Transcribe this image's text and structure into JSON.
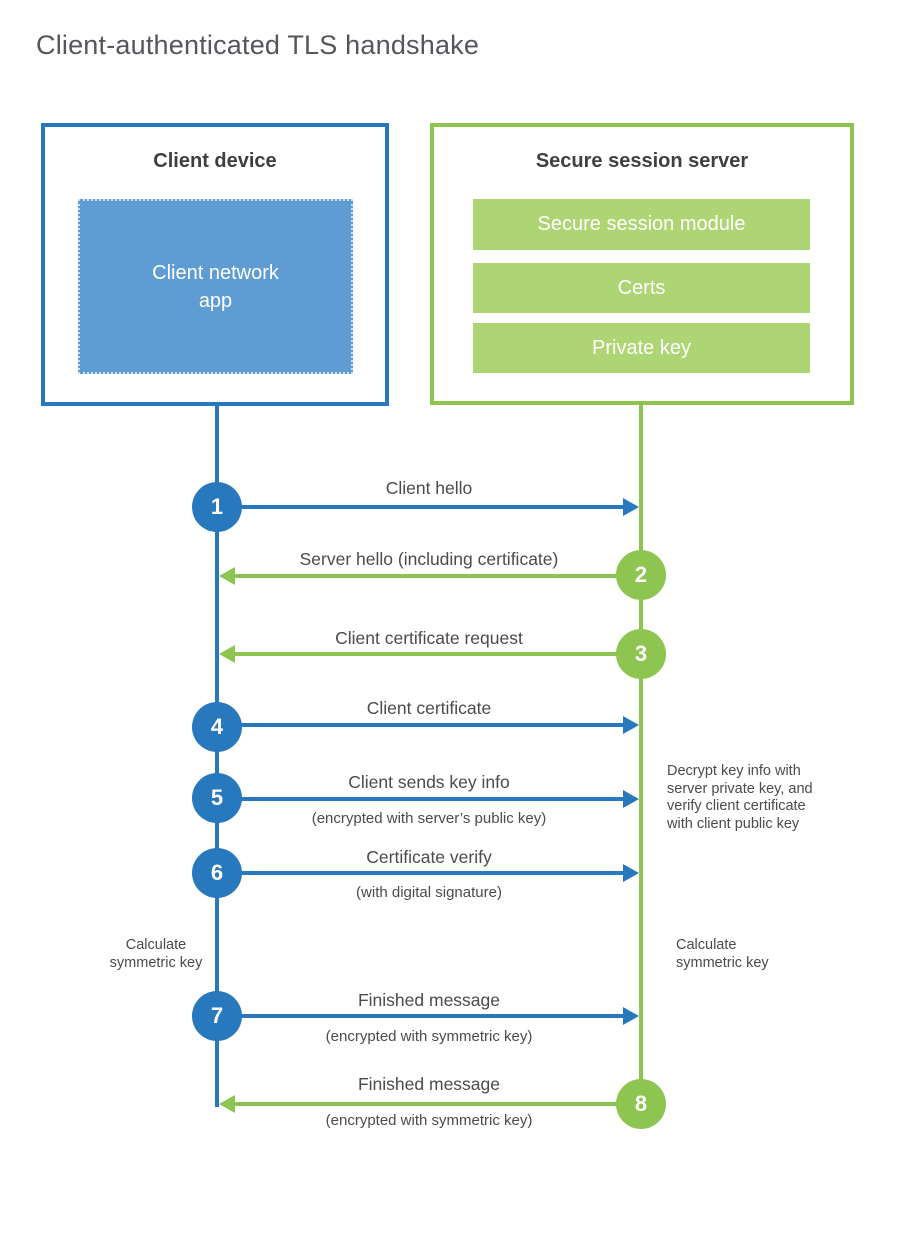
{
  "title": "Client-authenticated TLS handshake",
  "client_box": {
    "title": "Client device",
    "app_label": "Client network app"
  },
  "server_box": {
    "title": "Secure session server",
    "modules": [
      "Secure session module",
      "Certs",
      "Private key"
    ]
  },
  "messages": [
    {
      "num": "1",
      "direction": "client-to-server",
      "label": "Client hello",
      "sublabel": ""
    },
    {
      "num": "2",
      "direction": "server-to-client",
      "label": "Server hello (including certificate)",
      "sublabel": ""
    },
    {
      "num": "3",
      "direction": "server-to-client",
      "label": "Client certificate request",
      "sublabel": ""
    },
    {
      "num": "4",
      "direction": "client-to-server",
      "label": "Client certificate",
      "sublabel": ""
    },
    {
      "num": "5",
      "direction": "client-to-server",
      "label": "Client sends key info",
      "sublabel": "(encrypted with server’s public key)"
    },
    {
      "num": "6",
      "direction": "client-to-server",
      "label": "Certificate verify",
      "sublabel": "(with digital signature)"
    },
    {
      "num": "7",
      "direction": "client-to-server",
      "label": "Finished message",
      "sublabel": "(encrypted with symmetric key)"
    },
    {
      "num": "8",
      "direction": "server-to-client",
      "label": "Finished message",
      "sublabel": "(encrypted with symmetric key)"
    }
  ],
  "annotations": {
    "decrypt_note_lines": [
      "Decrypt key info with",
      "server private key, and",
      "verify client certificate",
      "with client public key"
    ],
    "calculate_left": "Calculate symmetric key",
    "calculate_right": "Calculate symmetric key"
  },
  "colors": {
    "client_blue": "#2878BE",
    "client_app_fill": "#5E9CD3",
    "server_green": "#8DC550",
    "server_module_fill": "#AED573",
    "text_dark": "#4A4B4E",
    "title_gray": "#54565B"
  }
}
